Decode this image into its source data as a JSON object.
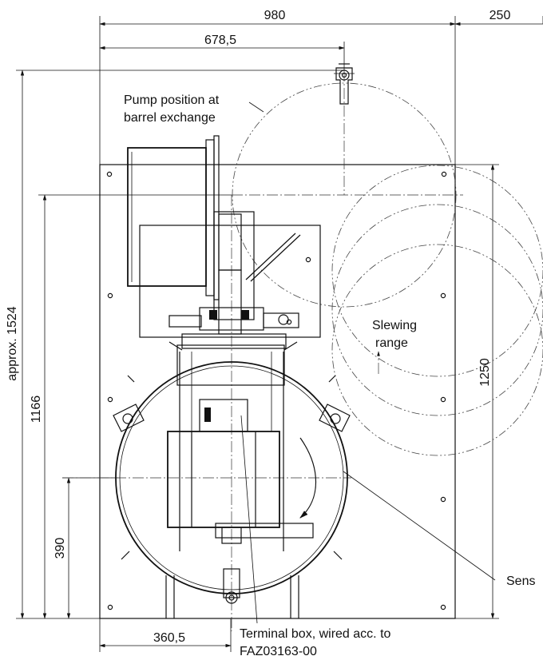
{
  "dimensions": {
    "overall_width": "980",
    "pump_offset": "678,5",
    "side_clearance": "250",
    "total_height": "approx. 1524",
    "pump_height": "1166",
    "frame_height": "1250",
    "axis_height": "390",
    "axis_offset": "360,5"
  },
  "labels": {
    "pump_position_line1": "Pump position at",
    "pump_position_line2": "barrel exchange",
    "slewing_line1": "Slewing",
    "slewing_line2": "range",
    "sensor": "Sens",
    "terminal_line1": "Terminal box, wired acc. to",
    "terminal_line2": "FAZ03163-00"
  }
}
